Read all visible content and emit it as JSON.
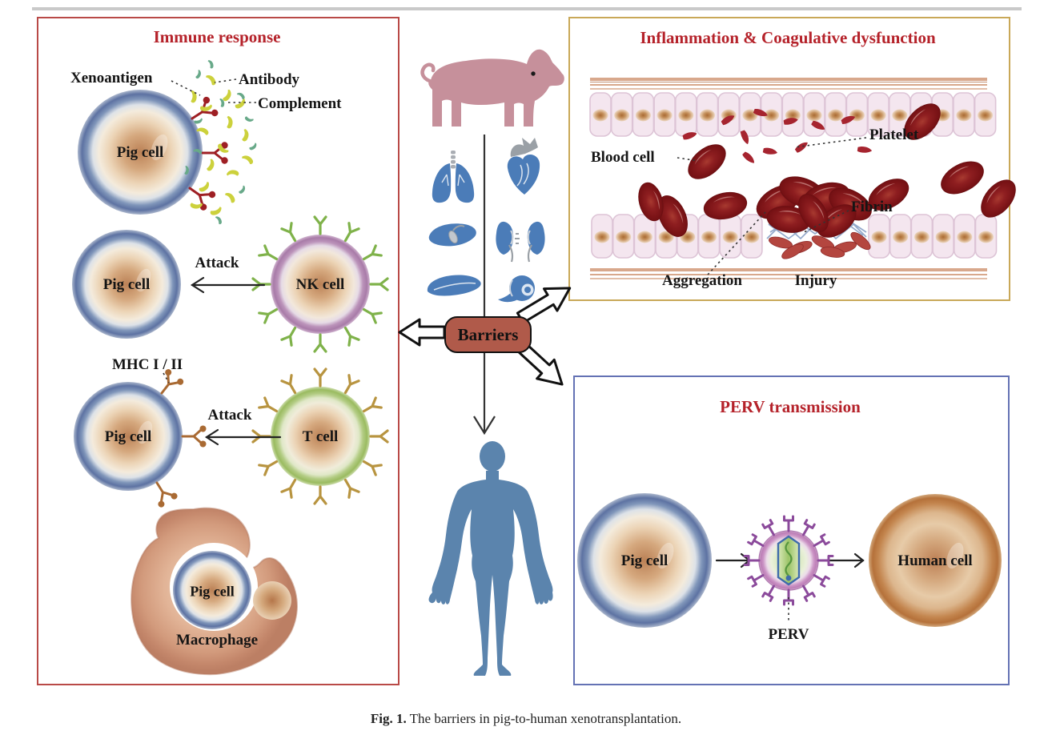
{
  "immune_panel": {
    "title": "Immune response",
    "xenoantigen": "Xenoantigen",
    "antibody": "Antibody",
    "complement": "Complement",
    "pig_cell_labels": [
      "Pig cell",
      "Pig cell",
      "Pig cell",
      "Pig cell"
    ],
    "attack_labels": [
      "Attack",
      "Attack"
    ],
    "nk_cell": "NK cell",
    "mhc": "MHC I / II",
    "t_cell": "T cell",
    "macrophage": "Macrophage"
  },
  "center": {
    "barriers": "Barriers",
    "pig_icon": "pig",
    "organ_icons": [
      "lungs",
      "heart",
      "liver",
      "kidneys",
      "pancreas",
      "eye"
    ],
    "human_icon": "human",
    "arrow_icons": [
      "block-arrow-left",
      "block-arrow-up-right",
      "block-arrow-down-right",
      "down-arrow"
    ]
  },
  "inflammation_panel": {
    "title": "Inflammation & Coagulative dysfunction",
    "blood_cell": "Blood cell",
    "platelet": "Platelet",
    "fibrin": "Fibrin",
    "aggregation": "Aggregation",
    "injury": "Injury"
  },
  "perv_panel": {
    "title": "PERV transmission",
    "pig_cell": "Pig cell",
    "perv": "PERV",
    "human_cell": "Human cell"
  },
  "caption": {
    "label": "Fig. 1.",
    "text": " The barriers in pig-to-human xenotransplantation."
  },
  "colors": {
    "title_red": "#b5222a",
    "immune_border": "#b94a47",
    "inflammation_border": "#c9a858",
    "perv_border": "#6472b4",
    "barriers_fill": "#b05a4a",
    "pig_silhouette": "#c6909b",
    "organ_blue": "#4b7cb8",
    "human_blue": "#5b84ad",
    "blood_red": "#8e1e20",
    "virus_purple": "#8b4a9b",
    "antibody_yellow": "#ccd13c",
    "complement_green": "#68a989",
    "nk_ring": "#a87ba8",
    "t_ring": "#9abb60",
    "macrophage_tan": "#d29a7c"
  }
}
